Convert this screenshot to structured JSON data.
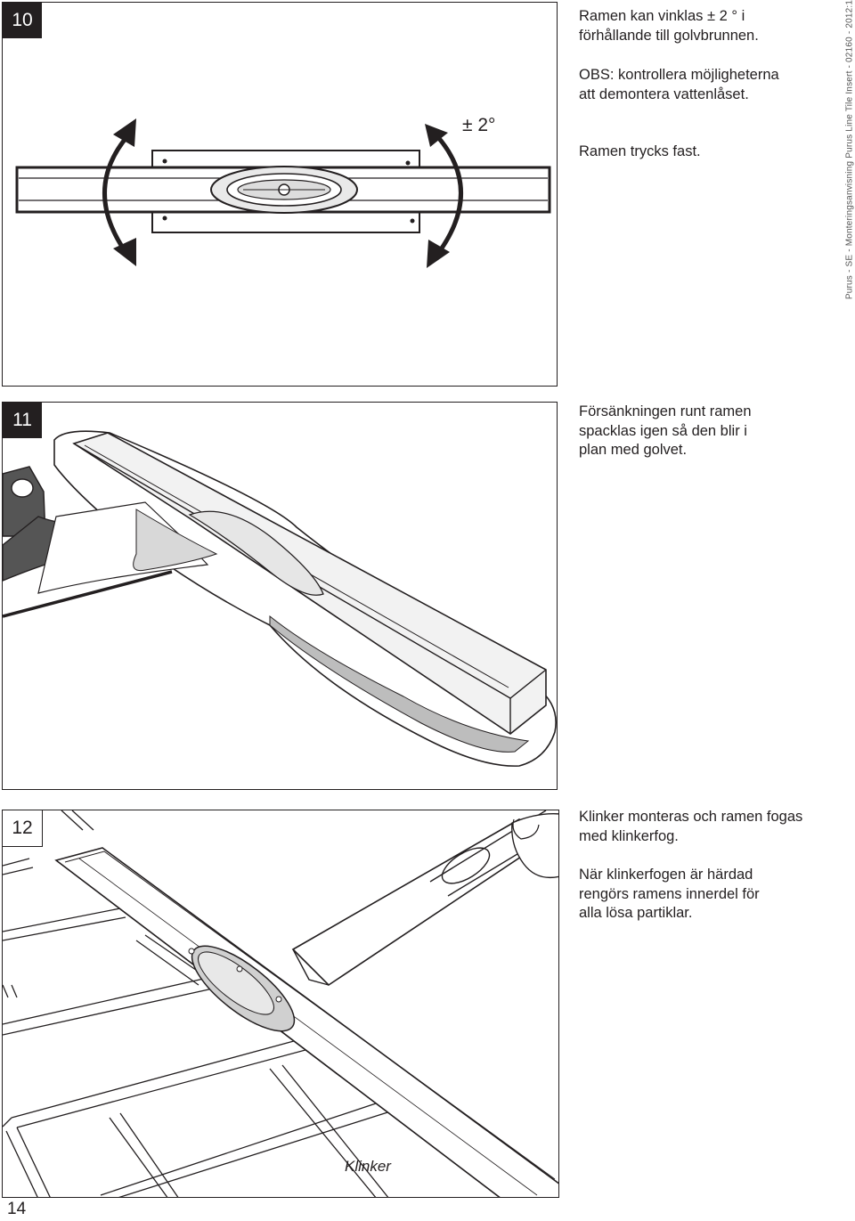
{
  "steps": [
    {
      "number": "10",
      "text_lines": [
        "Ramen kan vinklas    ± 2 ° i",
        "förhållande till golvbrunnen."
      ],
      "note_lines": [
        "OBS: kontrollera möjligheterna",
        "att demontera vattenlåset."
      ],
      "extra_lines": [
        "Ramen trycks fast."
      ],
      "angle_label": "± 2°"
    },
    {
      "number": "11",
      "text_lines": [
        "Försänkningen runt ramen",
        "spacklas igen så den blir i",
        "plan med golvet."
      ]
    },
    {
      "number": "12",
      "text_lines": [
        "Klinker monteras och ramen fogas",
        "med klinkerfog."
      ],
      "note_lines": [
        "När klinkerfogen är härdad",
        "rengörs ramens innerdel för",
        "alla lösa partiklar."
      ],
      "callout_label": "Klinker"
    }
  ],
  "sidebar_text": "Purus - SE - Monteringsanvisning Purus Line Tile Insert - 02160 - 2012:1",
  "page_number": "14"
}
